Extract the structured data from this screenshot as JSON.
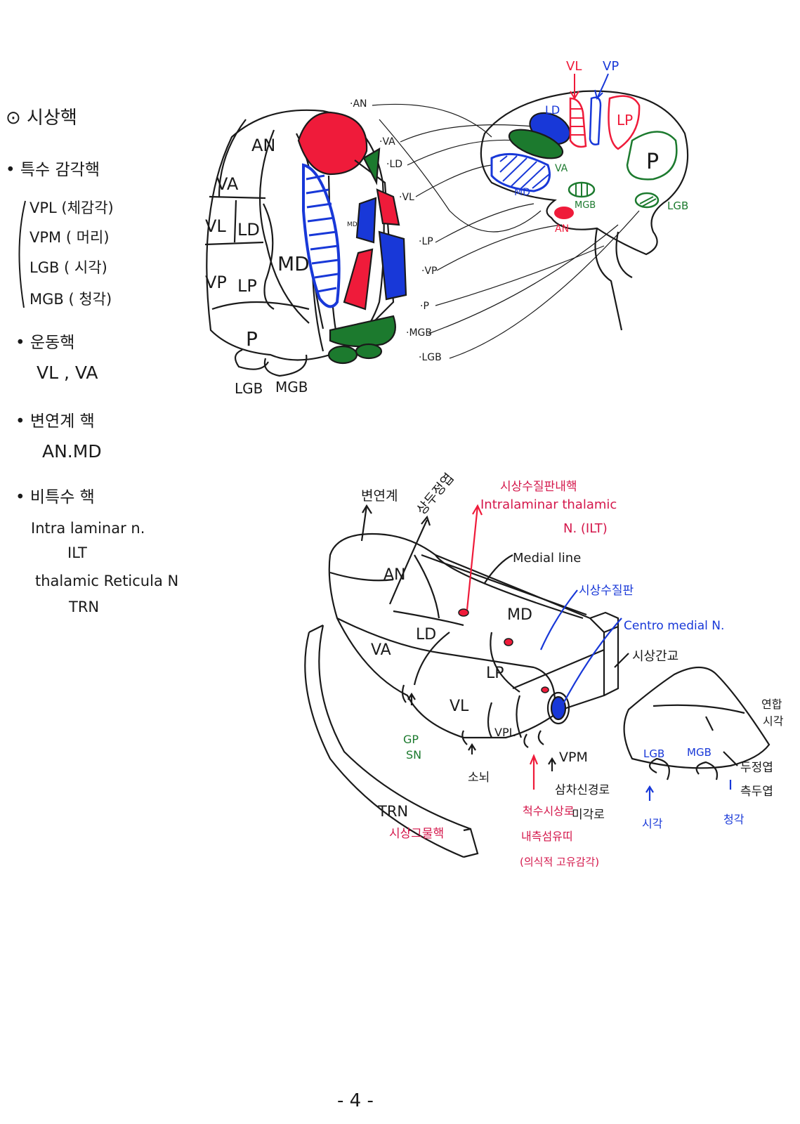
{
  "notes": {
    "title": "⊙ 시상핵",
    "specific_sensory": {
      "heading": "• 특수 감각핵",
      "items": [
        "VPL (체감각)",
        "VPM ( 머리)",
        "LGB ( 시각)",
        "MGB ( 청각)"
      ]
    },
    "motor": {
      "heading": "• 운동핵",
      "value": "VL , VA"
    },
    "limbic": {
      "heading": "• 변연계 핵",
      "value": "AN.MD"
    },
    "nonspecific": {
      "heading": "• 비특수 핵",
      "items": [
        "Intra laminar n.",
        "ILT",
        "thalamic Reticula N",
        "TRN"
      ]
    }
  },
  "fig1": {
    "nuclei": [
      "AN",
      "VA",
      "VL",
      "LD",
      "MD",
      "VP",
      "LP",
      "P"
    ],
    "bottom": [
      "LGB",
      "MGB"
    ],
    "small_md": "MD",
    "pointers": [
      "·AN",
      "·VA",
      "·LD",
      "·VL",
      "·LP",
      "·VP",
      "·P",
      "·MGB",
      "·LGB"
    ]
  },
  "fig2": {
    "top": [
      "VL",
      "VP"
    ],
    "nuclei": [
      "LD",
      "LP",
      "VA",
      "MD",
      "P",
      "MGB",
      "AN",
      "LGB"
    ]
  },
  "fig3": {
    "nuclei": [
      "AN",
      "MD",
      "VA",
      "LD",
      "LP",
      "VL",
      "VPL",
      "VPM",
      "LGB",
      "MGB"
    ],
    "limbic": "변연계",
    "frontal": "상두정엽",
    "ilt_korean": "시상수질판내핵",
    "ilt_english": "Intralaminar thalamic",
    "ilt_abbr": "N. (ILT)",
    "medial_line": "Medial line",
    "medullary": "시상수질판",
    "centromedial": "Centro medial N.",
    "interthalamic": "시상간교",
    "gp_sn": [
      "GP",
      "SN"
    ],
    "cerebellum": "소뇌",
    "trigeminal": "삼차신경로",
    "taste": "미각로",
    "spinothalamic": "척수시상로",
    "lemniscus": "내측섬유띠",
    "proprioception": "(의식적 고유감각)",
    "trn": "TRN",
    "trn_korean": "시상그물핵",
    "pulvinar_assoc": [
      "연합",
      "시각"
    ],
    "parietal": "두정엽",
    "temporal": "측두엽",
    "vision": "시각",
    "hearing": "청각"
  },
  "page_number": "- 4 -"
}
